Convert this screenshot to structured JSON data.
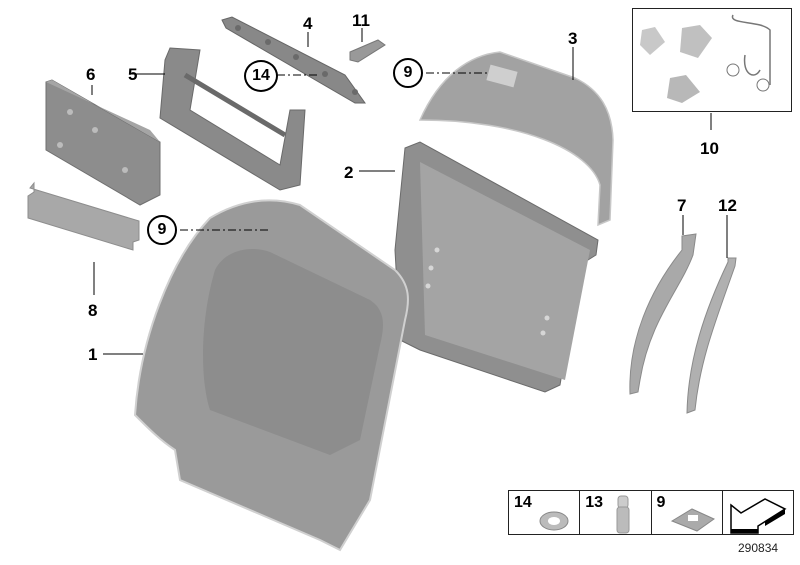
{
  "diagram": {
    "type": "exploded parts diagram",
    "subject": "Seat backrest panel assembly",
    "reference_number": "290834",
    "callouts": [
      {
        "id": "1",
        "label": "1"
      },
      {
        "id": "2",
        "label": "2"
      },
      {
        "id": "3",
        "label": "3"
      },
      {
        "id": "4",
        "label": "4"
      },
      {
        "id": "5",
        "label": "5"
      },
      {
        "id": "6",
        "label": "6"
      },
      {
        "id": "7",
        "label": "7"
      },
      {
        "id": "8",
        "label": "8"
      },
      {
        "id": "9a",
        "label": "9",
        "circled": true
      },
      {
        "id": "9b",
        "label": "9",
        "circled": true
      },
      {
        "id": "10",
        "label": "10"
      },
      {
        "id": "11",
        "label": "11"
      },
      {
        "id": "12",
        "label": "12"
      },
      {
        "id": "14",
        "label": "14",
        "circled": true
      }
    ],
    "legend": [
      {
        "label": "14",
        "icon": "star-lock-washer-icon"
      },
      {
        "label": "13",
        "icon": "stud-pin-icon"
      },
      {
        "label": "9",
        "icon": "clip-nut-icon"
      },
      {
        "label": "",
        "icon": "direction-arrow-icon"
      }
    ]
  },
  "colors": {
    "part_fill": "#9c9c9c",
    "part_light": "#bdbdbd",
    "part_dark": "#7a7a7a",
    "line": "#000000"
  }
}
